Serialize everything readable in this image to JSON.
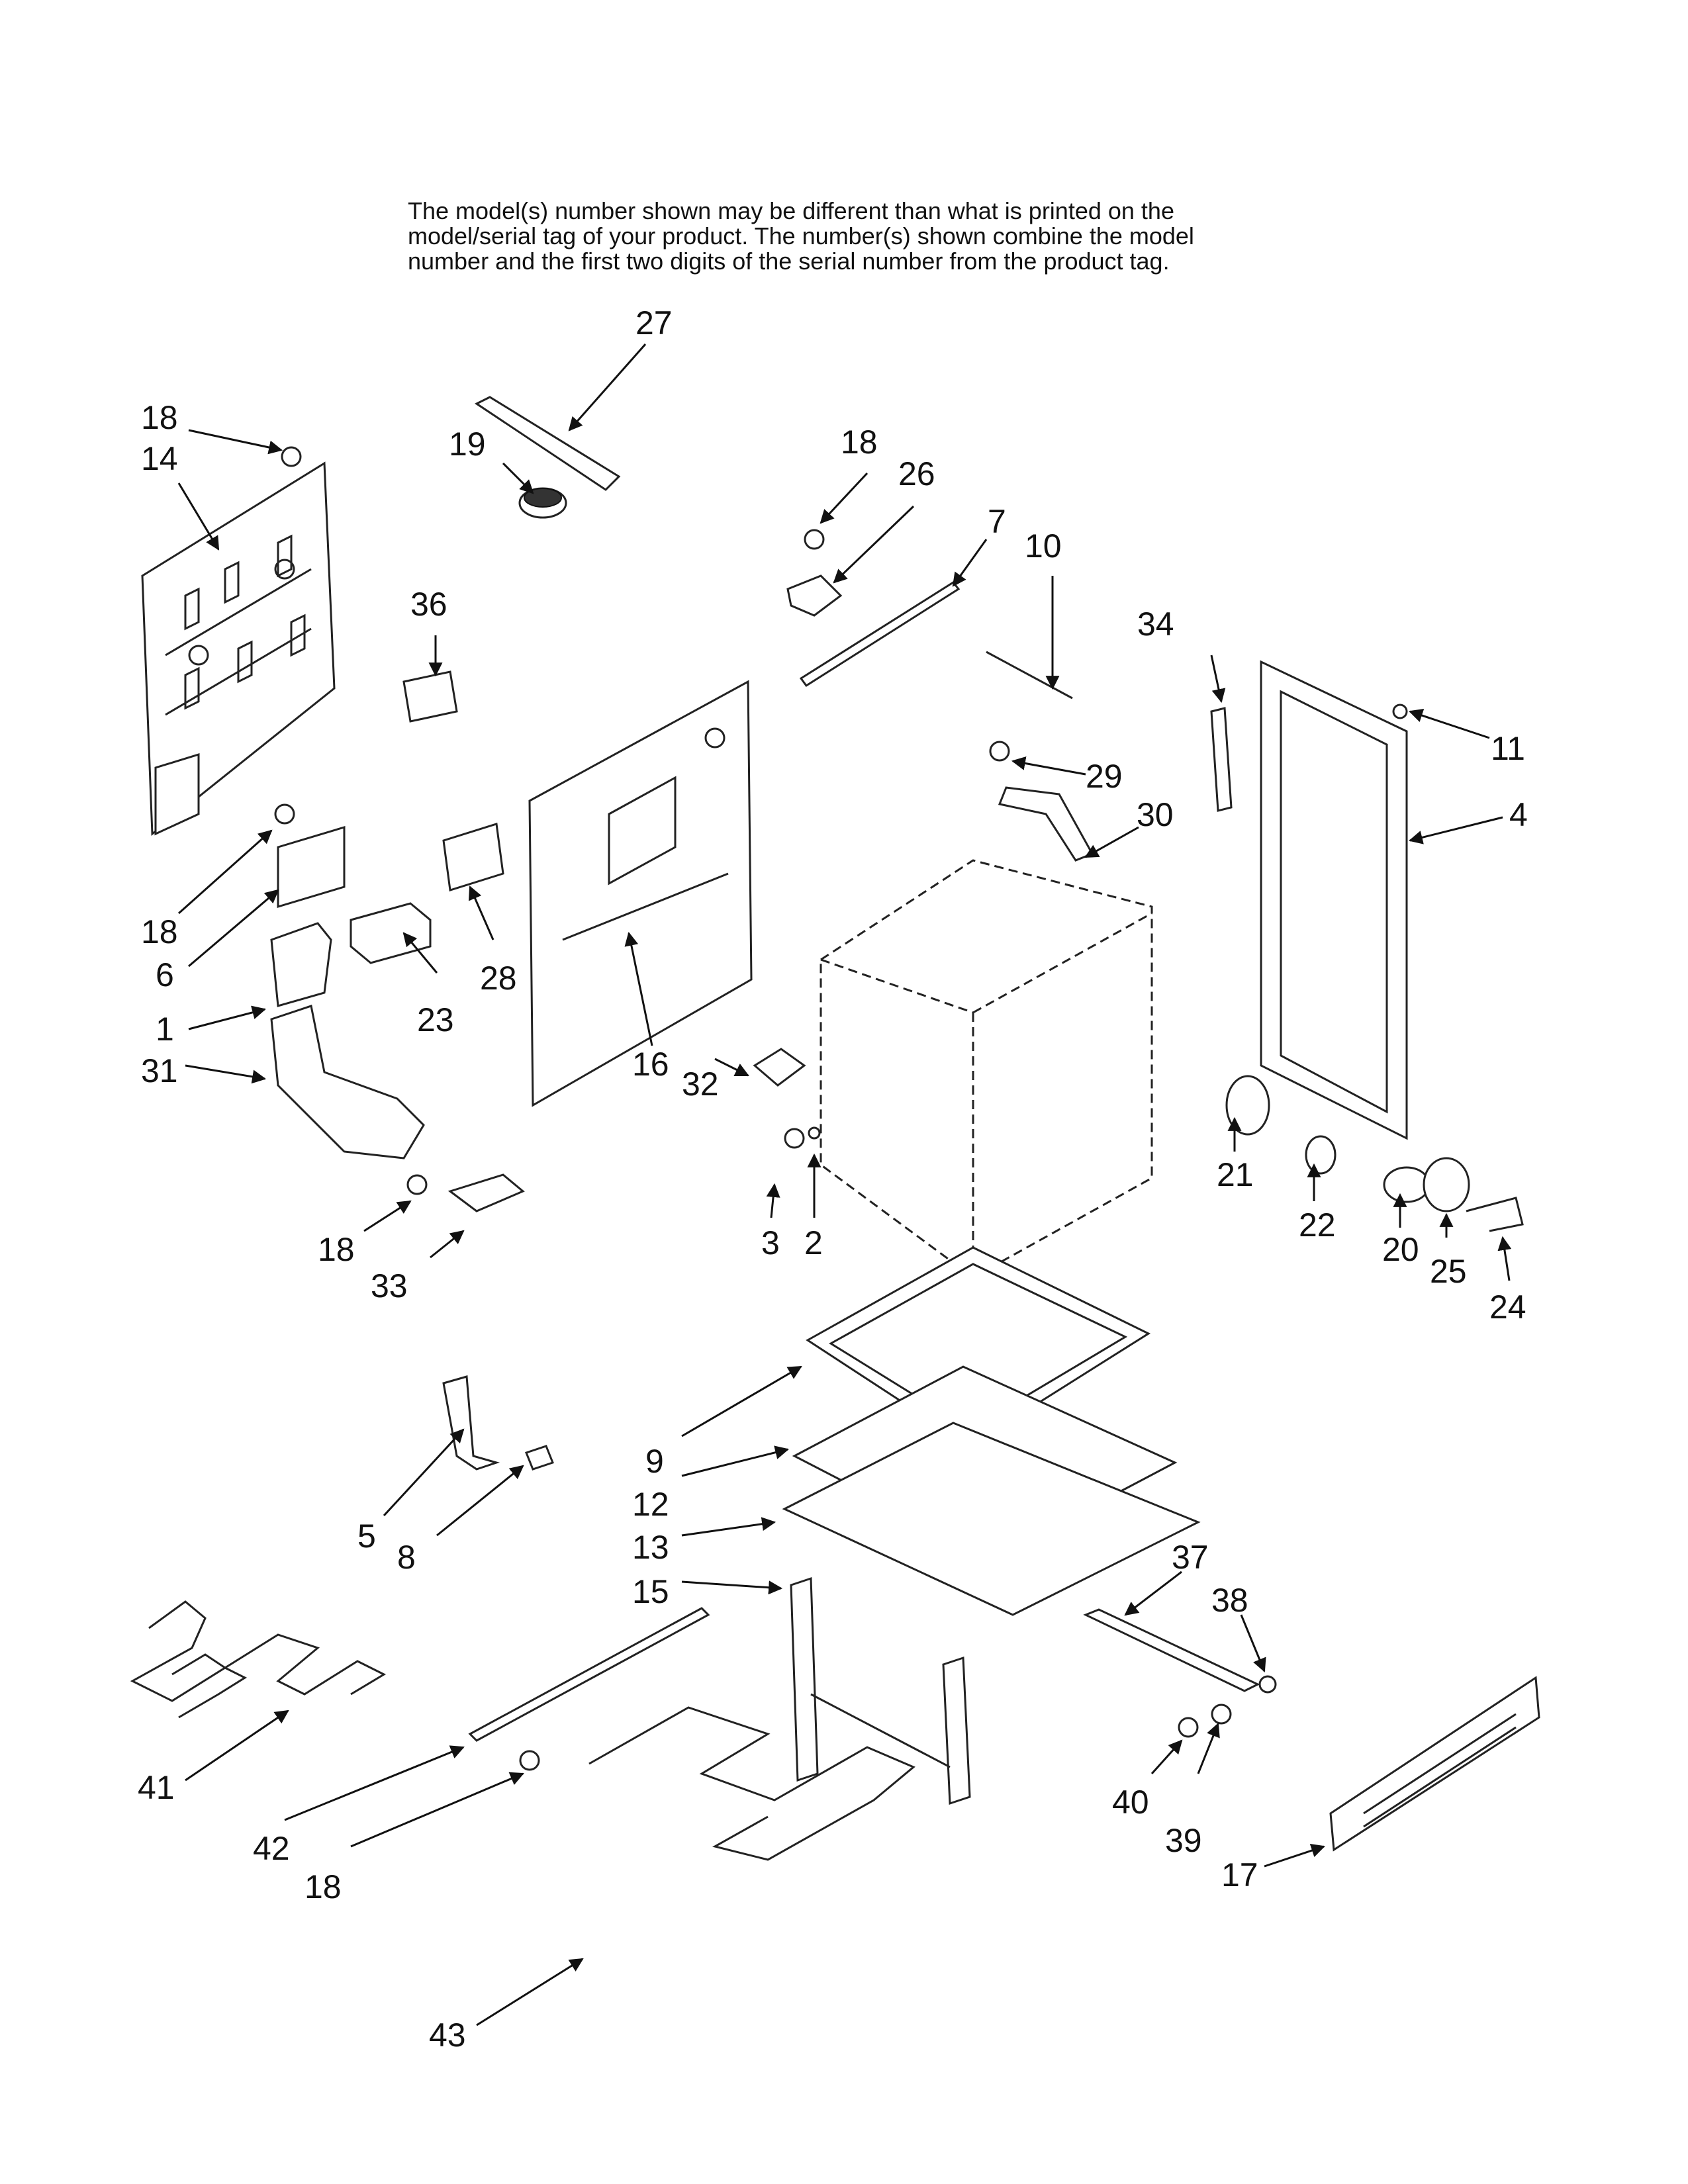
{
  "disclaimer": {
    "line1": "The model(s) number shown may be different than what is printed on the",
    "line2": "model/serial tag of your product. The number(s) shown combine the model",
    "line3": "number and the first two digits of the serial number from the product tag."
  },
  "callouts": {
    "c1": "1",
    "c2": "2",
    "c3": "3",
    "c4": "4",
    "c5": "5",
    "c6": "6",
    "c7": "7",
    "c8": "8",
    "c9": "9",
    "c10": "10",
    "c11": "11",
    "c12": "12",
    "c13": "13",
    "c14": "14",
    "c15": "15",
    "c16": "16",
    "c17": "17",
    "c18a": "18",
    "c18b": "18",
    "c18c": "18",
    "c18d": "18",
    "c18e": "18",
    "c19": "19",
    "c20": "20",
    "c21": "21",
    "c22": "22",
    "c23": "23",
    "c24": "24",
    "c25": "25",
    "c26": "26",
    "c27": "27",
    "c28": "28",
    "c29": "29",
    "c30": "30",
    "c31": "31",
    "c32": "32",
    "c33": "33",
    "c34": "34",
    "c36": "36",
    "c37": "37",
    "c38": "38",
    "c39": "39",
    "c40": "40",
    "c41": "41",
    "c42": "42",
    "c43": "43"
  },
  "colors": {
    "ink": "#111111",
    "paper": "#ffffff"
  }
}
